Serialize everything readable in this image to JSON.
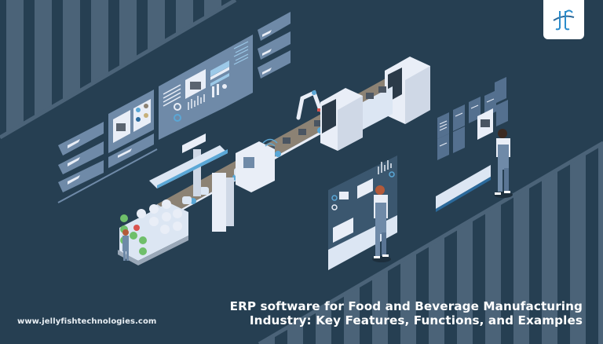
{
  "banner": {
    "title_line1": "ERP software for Food and Beverage Manufacturing",
    "title_line2": "Industry: Key Features, Functions, and Examples",
    "website": "www.jellyfishtechnologies.com"
  },
  "logo": {
    "name": "jellyfish-technologies-logo",
    "glyph": "jf"
  },
  "illustration": {
    "subject": "isometric food and beverage production line with conveyor, robotic arms, packaging tunnels, stacked product pallet and workers operating holographic dashboards",
    "icons": [
      "conveyor-belt",
      "robotic-arm",
      "wifi-signal",
      "holographic-dashboard",
      "worker",
      "pallet-of-products"
    ]
  },
  "colors": {
    "background": "#263f52",
    "stripe": "#4b6378",
    "panel": "#6f8aa8",
    "panel_dark": "#54708f",
    "accent_blue": "#5aa7d6",
    "machine_white": "#e9eef7",
    "belt": "#8c8274",
    "text": "#ffffff"
  }
}
